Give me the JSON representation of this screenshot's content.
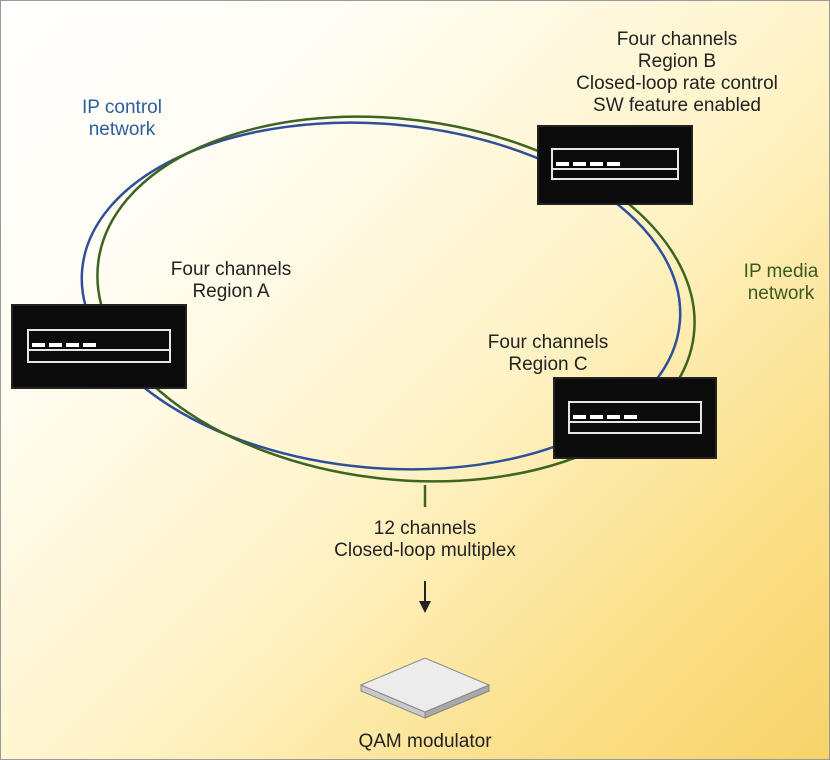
{
  "region_b": {
    "line1": "Four channels",
    "line2": "Region B",
    "line3": "Closed-loop rate control",
    "line4": "SW feature enabled"
  },
  "region_a": {
    "line1": "Four channels",
    "line2": "Region A"
  },
  "region_c": {
    "line1": "Four channels",
    "line2": "Region C"
  },
  "ip_control": {
    "line1": "IP control",
    "line2": "network"
  },
  "ip_media": {
    "line1": "IP media",
    "line2": "network"
  },
  "multiplex": {
    "line1": "12 channels",
    "line2": "Closed-loop multiplex"
  },
  "modulator_label": "QAM modulator",
  "colors": {
    "control_network": "#2f4f9a",
    "media_network": "#3d6420",
    "device": "#0b0b0b",
    "background_start": "#ffffff",
    "background_end": "#f8d36a"
  }
}
